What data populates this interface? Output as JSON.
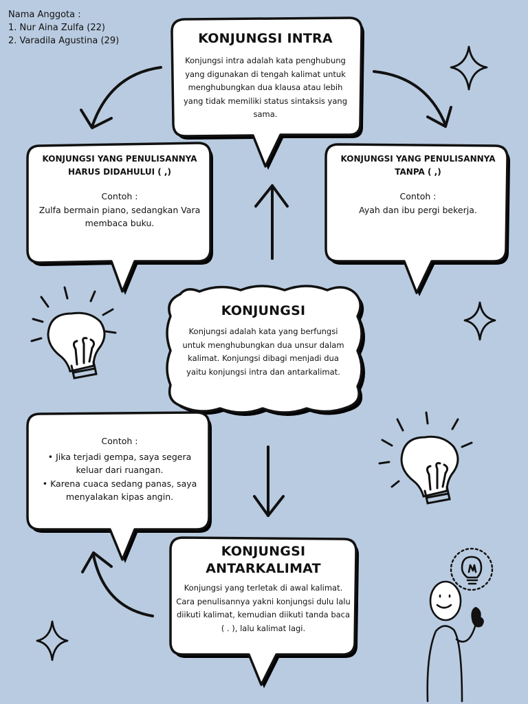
{
  "members": {
    "heading": "Nama Anggota :",
    "list": [
      "1. Nur Aina Zulfa (22)",
      "2. Varadila Agustina (29)"
    ]
  },
  "intra": {
    "title": "KONJUNGSI INTRA",
    "text": "Konjungsi intra adalah kata penghubung yang digunakan di tengah kalimat untuk menghubungkan dua klausa atau lebih yang tidak memiliki status sintaksis yang sama."
  },
  "left_box": {
    "title": "KONJUNGSI YANG PENULISANNYA HARUS DIDAHULUI ( ,)",
    "example_label": "Contoh :",
    "example": "Zulfa bermain piano, sedangkan Vara membaca buku."
  },
  "right_box": {
    "title": "KONJUNGSI YANG PENULISANNYA TANPA ( ,)",
    "example_label": "Contoh :",
    "example": "Ayah dan ibu pergi bekerja."
  },
  "center": {
    "title": "KONJUNGSI",
    "text": "Konjungsi adalah kata yang berfungsi untuk menghubungkan dua unsur dalam kalimat. Konjungsi dibagi menjadi dua yaitu konjungsi intra dan antarkalimat."
  },
  "example_box": {
    "label": "Contoh :",
    "items": [
      "Jika terjadi gempa, saya segera keluar dari ruangan.",
      "Karena cuaca sedang panas, saya menyalakan kipas angin."
    ]
  },
  "antar": {
    "title_line1": "KONJUNGSI",
    "title_line2": "ANTARKALIMAT",
    "text": "Konjungsi yang terletak di awal kalimat. Cara penulisannya yakni konjungsi dulu lalu diikuti kalimat, kemudian diikuti tanda baca ( . ), lalu kalimat lagi."
  },
  "colors": {
    "background": "#b9cbe0",
    "bubble_fill": "#ffffff",
    "outline": "#111111"
  }
}
